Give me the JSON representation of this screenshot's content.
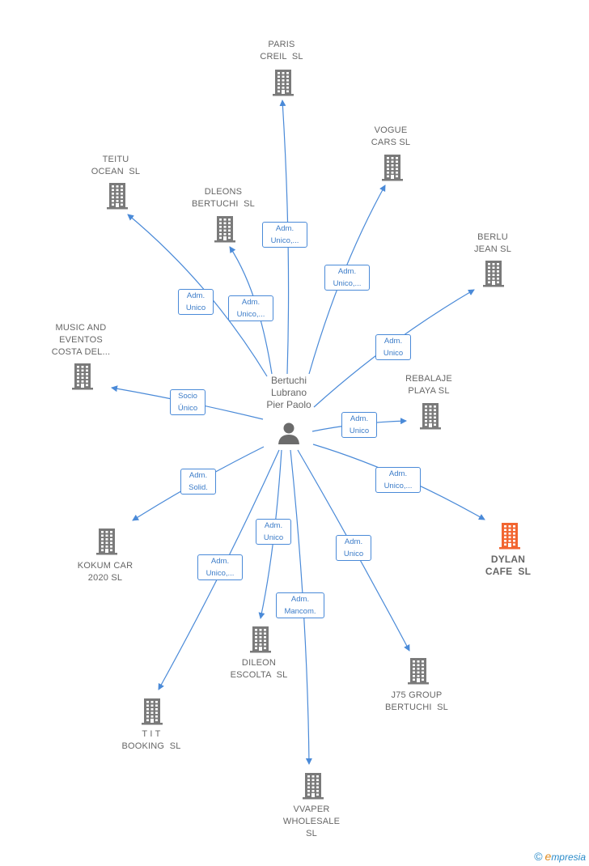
{
  "colors": {
    "edge": "#4a8ad8",
    "building": "#7a7a7a",
    "highlight": "#f26530",
    "person": "#6b6b6b"
  },
  "person": {
    "name": "Bertuchi\nLubrano\nPier Paolo",
    "icon": "person-icon"
  },
  "companies": [
    {
      "id": "paris",
      "name": "PARIS\nCREIL  SL"
    },
    {
      "id": "vogue",
      "name": "VOGUE\nCARS SL"
    },
    {
      "id": "teitu",
      "name": "TEITU\nOCEAN  SL"
    },
    {
      "id": "dleons",
      "name": "DLEONS\nBERTUCHI  SL"
    },
    {
      "id": "berlu",
      "name": "BERLU\nJEAN SL"
    },
    {
      "id": "music",
      "name": "MUSIC AND\nEVENTOS\nCOSTA DEL..."
    },
    {
      "id": "rebalaje",
      "name": "REBALAJE\nPLAYA SL"
    },
    {
      "id": "dylan",
      "name": "DYLAN\nCAFE  SL",
      "highlight": true
    },
    {
      "id": "kokum",
      "name": "KOKUM CAR\n2020 SL"
    },
    {
      "id": "dileon",
      "name": "DILEON\nESCOLTA  SL"
    },
    {
      "id": "j75",
      "name": "J75 GROUP\nBERTUCHI  SL"
    },
    {
      "id": "tit",
      "name": "T I T\nBOOKING  SL"
    },
    {
      "id": "vvaper",
      "name": "VVAPER\nWHOLESALE\nSL"
    }
  ],
  "relations": [
    {
      "target": "paris",
      "label": "Adm.\nUnico,..."
    },
    {
      "target": "vogue",
      "label": "Adm.\nUnico,..."
    },
    {
      "target": "teitu",
      "label": "Adm.\nUnico"
    },
    {
      "target": "dleons",
      "label": "Adm.\nUnico,..."
    },
    {
      "target": "berlu",
      "label": "Adm.\nUnico"
    },
    {
      "target": "music",
      "label": "Socio\nÚnico"
    },
    {
      "target": "rebalaje",
      "label": "Adm.\nUnico"
    },
    {
      "target": "dylan",
      "label": "Adm.\nUnico,..."
    },
    {
      "target": "kokum",
      "label": "Adm.\nSolid."
    },
    {
      "target": "dileon",
      "label": "Adm.\nUnico"
    },
    {
      "target": "j75",
      "label": "Adm.\nUnico"
    },
    {
      "target": "tit",
      "label": "Adm.\nUnico,..."
    },
    {
      "target": "vvaper",
      "label": "Adm.\nMancom."
    }
  ],
  "brand": {
    "copyright": "©",
    "initial": "e",
    "rest": "mpresia"
  }
}
